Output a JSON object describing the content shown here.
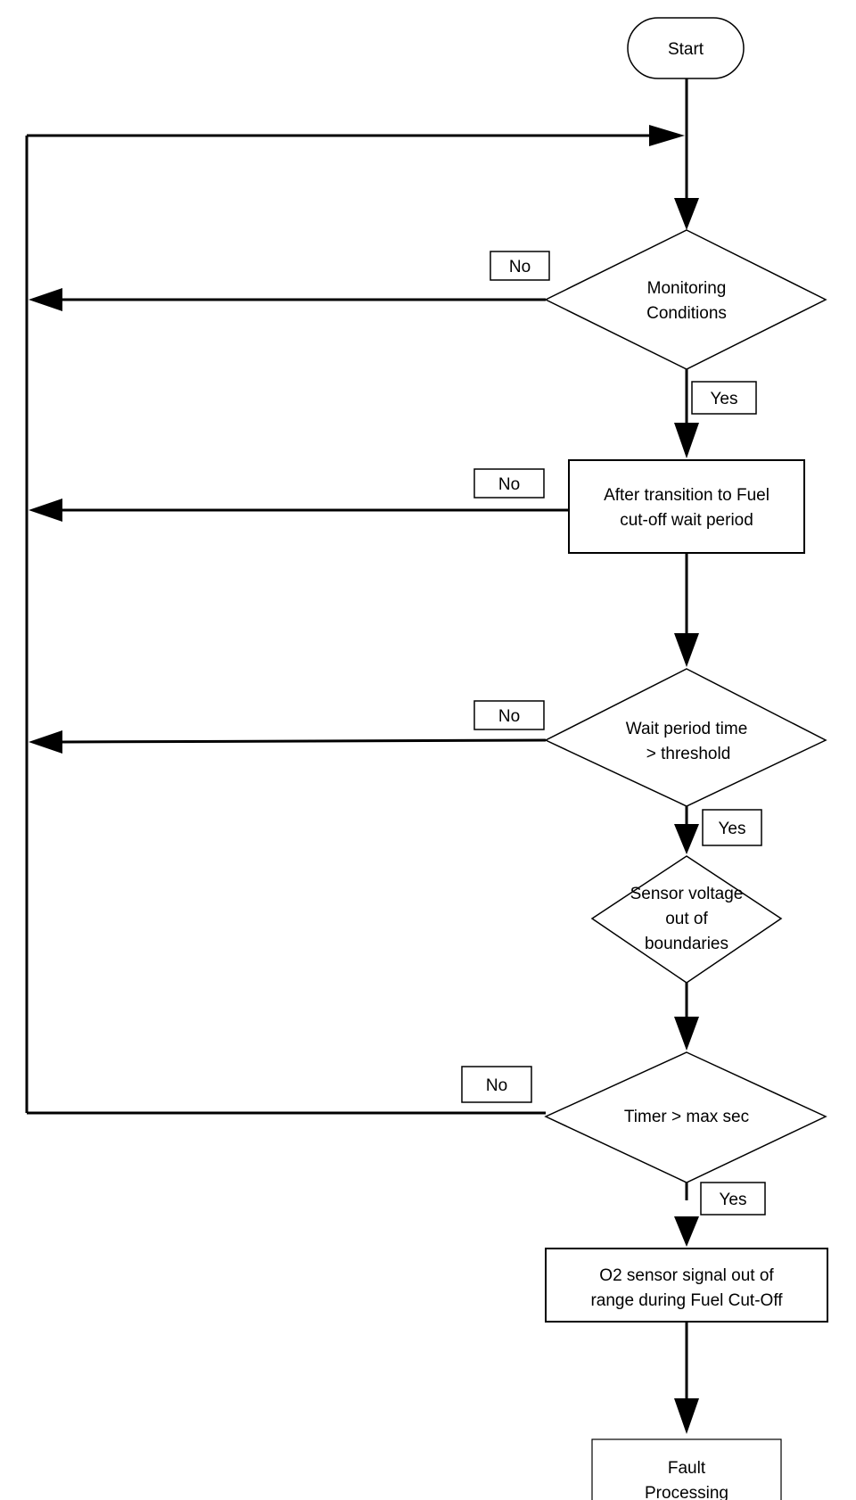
{
  "nodes": {
    "start": "Start",
    "monitoring": [
      "Monitoring",
      "Conditions"
    ],
    "after_transition": [
      "After transition to Fuel",
      "cut-off wait period"
    ],
    "wait_period": [
      "Wait period time",
      "> threshold"
    ],
    "sensor_voltage": [
      "Sensor voltage",
      "out of",
      "boundaries"
    ],
    "timer": "Timer > max sec",
    "o2_signal": [
      "O2 sensor signal out of",
      "range during Fuel Cut-Off"
    ],
    "fault": [
      "Fault",
      "Processing"
    ]
  },
  "labels": {
    "no": "No",
    "yes": "Yes"
  }
}
